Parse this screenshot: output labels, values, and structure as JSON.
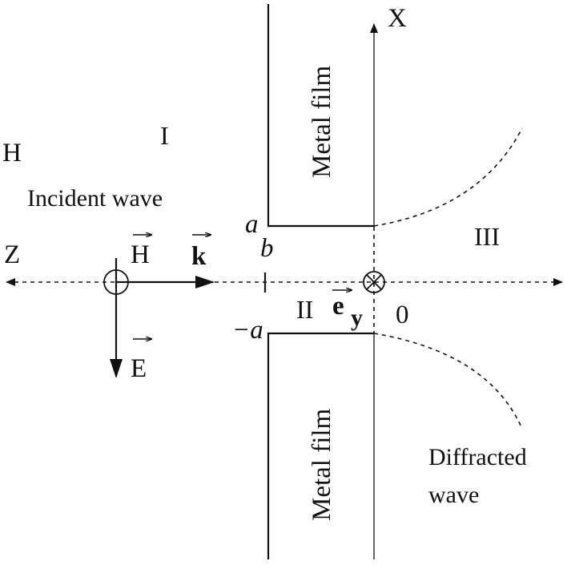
{
  "labels": {
    "axis_x": "X",
    "axis_z": "Z",
    "region_1": "I",
    "region_2": "II",
    "region_3": "III",
    "polarization": "H",
    "incident_wave": "Incident wave",
    "vec_h": "H",
    "vec_k": "k",
    "vec_e": "E",
    "vec_ey": "e",
    "ey_subscript": "y",
    "half_width_pos": "a",
    "half_width_neg": "−a",
    "thickness": "b",
    "origin": "0",
    "metal_film_top": "Metal film",
    "metal_film_bottom": "Metal film",
    "diffracted_line1": "Diffracted",
    "diffracted_line2": "wave"
  },
  "colors": {
    "ink": "#111111",
    "background": "#ffffff"
  }
}
